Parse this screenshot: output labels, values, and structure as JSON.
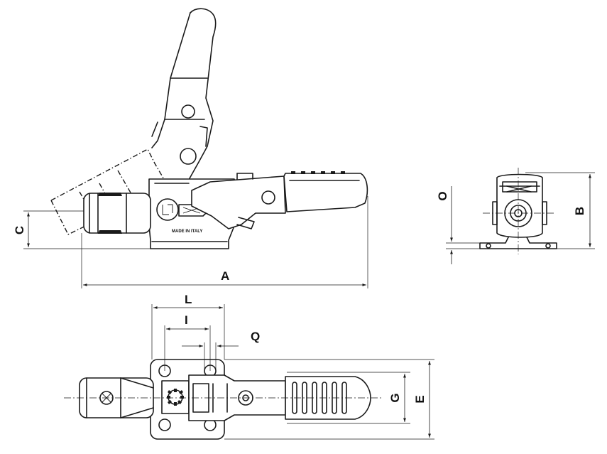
{
  "dimension_labels": {
    "A": "A",
    "B": "B",
    "C": "C",
    "E": "E",
    "G": "G",
    "I": "I",
    "L": "L",
    "O": "O",
    "Q": "Q"
  },
  "body_marking": "MADE IN ITALY"
}
